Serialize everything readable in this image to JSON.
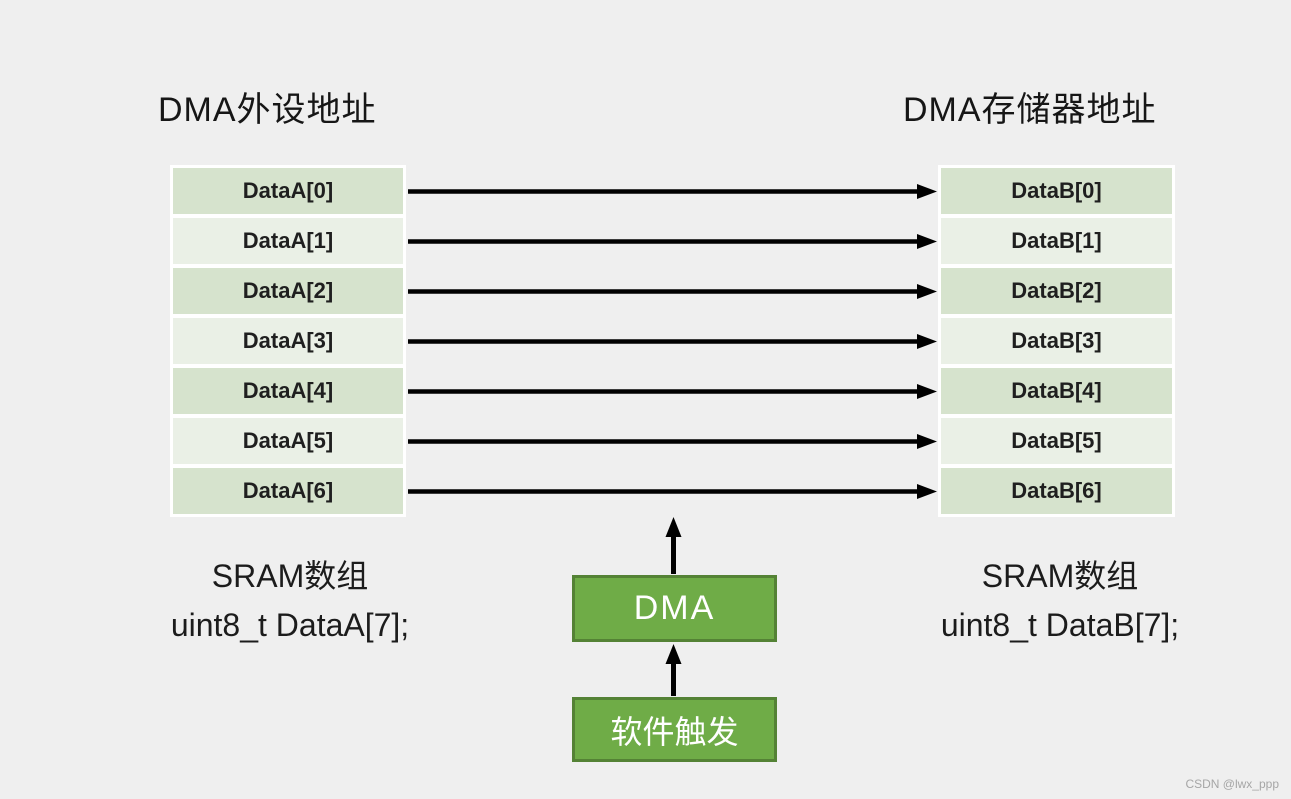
{
  "titles": {
    "left": "DMA外设地址",
    "right": "DMA存储器地址"
  },
  "tables": {
    "left": {
      "rows": [
        "DataA[0]",
        "DataA[1]",
        "DataA[2]",
        "DataA[3]",
        "DataA[4]",
        "DataA[5]",
        "DataA[6]"
      ]
    },
    "right": {
      "rows": [
        "DataB[0]",
        "DataB[1]",
        "DataB[2]",
        "DataB[3]",
        "DataB[4]",
        "DataB[5]",
        "DataB[6]"
      ]
    }
  },
  "flow": {
    "dma_label": "DMA",
    "trigger_label": "软件触发"
  },
  "captions": {
    "left": {
      "line1": "SRAM数组",
      "line2": "uint8_t DataA[7];"
    },
    "right": {
      "line1": "SRAM数组",
      "line2": "uint8_t DataB[7];"
    }
  },
  "watermark": "CSDN @lwx_ppp",
  "colors": {
    "background": "#efefef",
    "row_dark": "#d6e3cd",
    "row_light": "#eaf0e6",
    "table_border": "#ffffff",
    "green_fill": "#6fac47",
    "green_border": "#548235",
    "arrow": "#000000",
    "watermark": "#a6a6a6"
  }
}
